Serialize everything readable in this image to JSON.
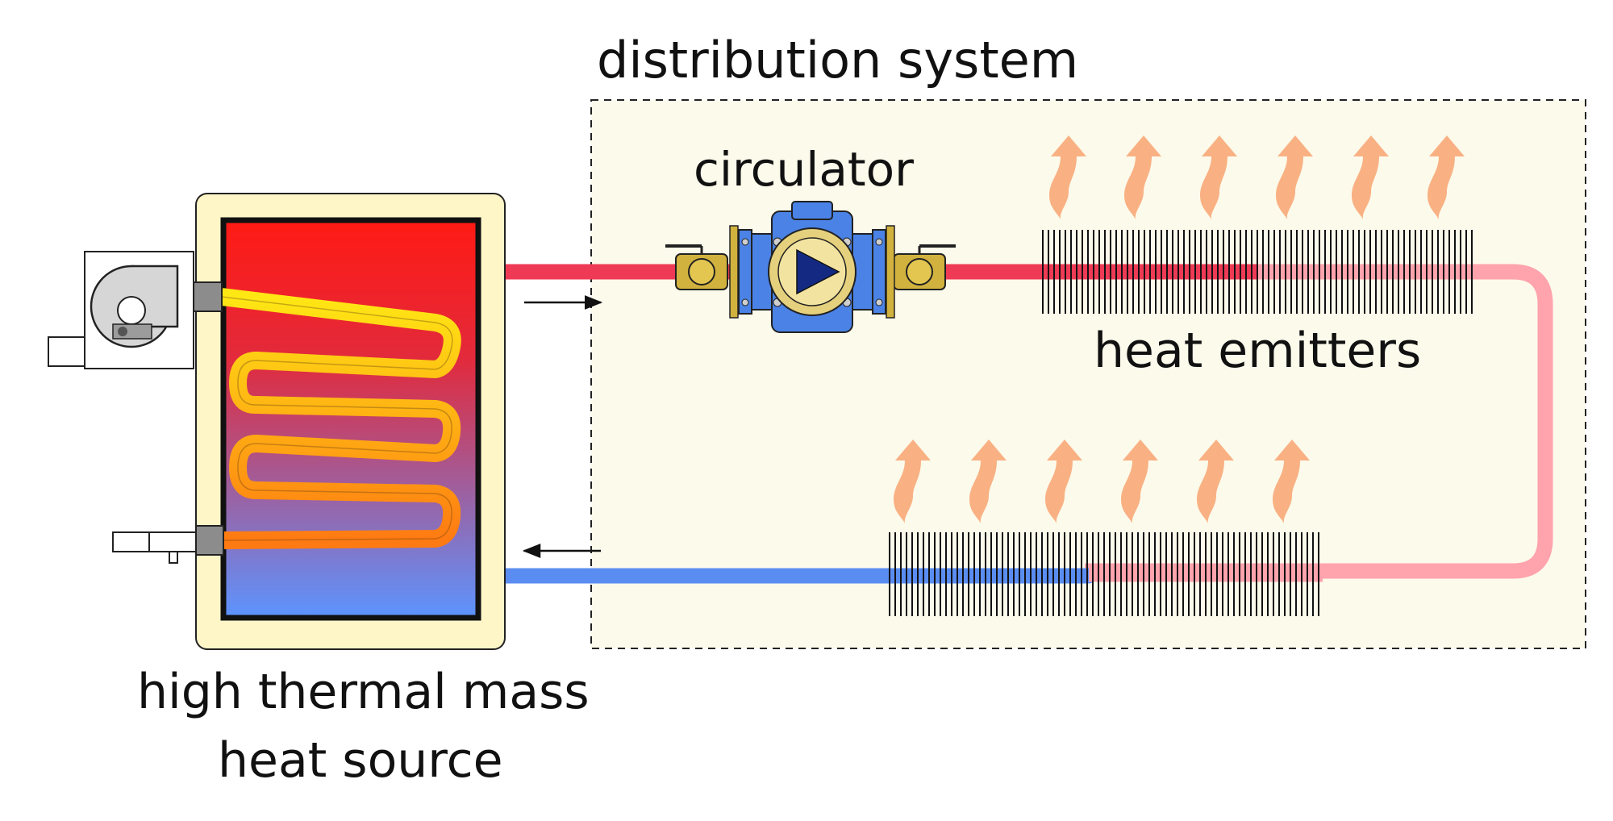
{
  "labels": {
    "distribution_system": "distribution system",
    "circulator": "circulator",
    "heat_emitters": "heat emitters",
    "heat_source_line1": "high thermal mass",
    "heat_source_line2": "heat source"
  },
  "colors": {
    "supply_pipe": "#ee3a55",
    "cooled_pipe": "#ffa3ad",
    "return_pipe": "#5a8df2",
    "tank_top": "#ff1a14",
    "tank_bottom": "#5c94ff",
    "coil_top": "#ffe714",
    "coil_bottom": "#ff7a12",
    "heat_arrow": "#f9b183",
    "zone_fill": "#fcfaeb",
    "tank_jacket": "#fff6c8",
    "circulator_body": "#4a82e6",
    "valve_brass": "#d2b23e"
  },
  "icons": {
    "circulator": "circulator-pump-icon",
    "valve": "ball-valve-icon",
    "burner": "burner-icon",
    "heat_rise": "heat-rise-arrow-icon",
    "flow_arrow": "flow-direction-arrow-icon"
  }
}
